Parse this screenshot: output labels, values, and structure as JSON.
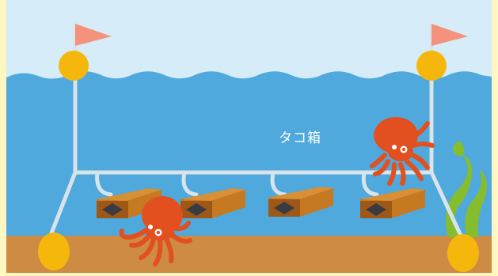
{
  "scene": {
    "label": "タコ箱",
    "colors": {
      "frame_border": "#fff7c2",
      "sky": "#d6ecf8",
      "water": "#4fa9dc",
      "seabed": "#cd8b44",
      "float": "#f6b70c",
      "flag": "#f4927c",
      "rope": "#d9e4ea",
      "trap_wood": "#b0681c",
      "octopus": "#e2501f",
      "seaweed": "#86bd2e"
    },
    "icons": [
      "float-buoy",
      "flag",
      "octopus-trap",
      "octopus",
      "seaweed"
    ]
  }
}
